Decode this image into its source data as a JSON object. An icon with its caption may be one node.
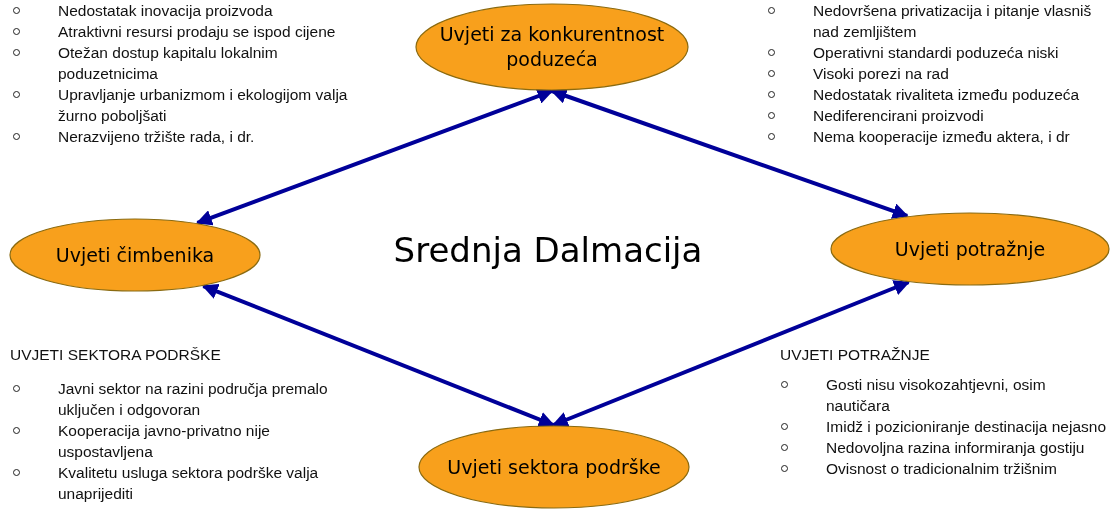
{
  "diagram": {
    "nodes": [
      {
        "text": [
          "Uvjeti za konkurentnost poduzeća"
        ]
      },
      {
        "text": [
          "Uvjeti čimbenika"
        ]
      },
      {
        "text": [
          "Uvjeti potražnje"
        ]
      },
      {
        "text": [
          "Uvjeti sektora podrške"
        ]
      }
    ],
    "edges": [
      {
        "from": 0,
        "to": 1,
        "arrow": "both"
      },
      {
        "from": 0,
        "to": 2,
        "arrow": "both"
      },
      {
        "from": 1,
        "to": 3,
        "arrow": "both"
      },
      {
        "from": 3,
        "to": 2,
        "arrow": "both"
      }
    ],
    "labels": [
      "Nedostatak inovacija proizvoda",
      "Atraktivni resursi prodaju se ispod cijene",
      "Otežan dostup kapitalu lokalnim poduzetnicima",
      "Upravljanje urbanizmom i ekologijom valja žurno poboljšati",
      "Nerazvijeno tržište rada, i dr.",
      "Nedovršena privatizacija i pitanje vlasniš nad zemljištem",
      "Operativni standardi poduzeća niski",
      "Visoki porezi na rad",
      "Nedostatak rivaliteta između poduzeća",
      "Nediferencirani proizvodi",
      "Nema kooperacije između aktera, i dr",
      "Srednja Dalmacija",
      "UVJETI SEKTORA PODRŠKE",
      "Javni sektor na razini područja premalo uključen i odgovoran",
      "Kooperacija javno-privatno nije uspostavljena",
      "Kvalitetu usluga sektora podrške valja unaprijediti",
      "UVJETI POTRAŽNJE",
      "Gosti nisu visokozahtjevni, osim nautičara",
      "Imidž i pozicioniranje destinacija nejasno",
      "Nedovoljna razina informiranja gostiju",
      "Ovisnost o tradicionalnim tržišnim"
    ]
  }
}
